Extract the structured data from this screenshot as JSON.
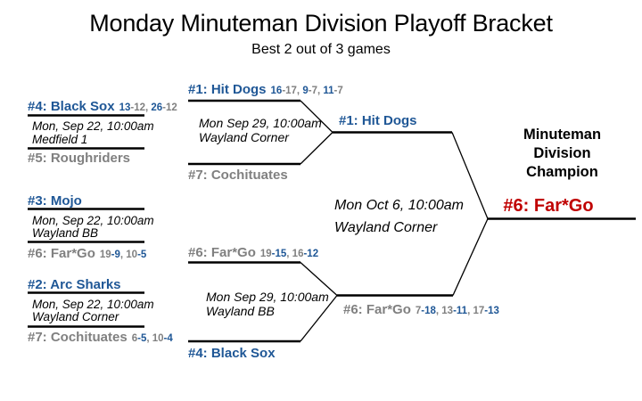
{
  "header": {
    "title": "Monday Minuteman Division Playoff Bracket",
    "subtitle": "Best 2 out of 3 games"
  },
  "colors": {
    "blue": "#1f5796",
    "gray": "#808080",
    "red": "#c00000",
    "black": "#000000"
  },
  "round1": [
    {
      "top_team": "#4: Black Sox",
      "top_team_color": "blue",
      "top_scores": [
        {
          "t": "13",
          "c": "blue"
        },
        {
          "t": "-12, ",
          "c": "gray"
        },
        {
          "t": "26",
          "c": "blue"
        },
        {
          "t": "-12",
          "c": "gray"
        }
      ],
      "date": "Mon, Sep 22, 10:00am",
      "venue": "Medfield 1",
      "bottom_team": "#5: Roughriders",
      "bottom_team_color": "gray",
      "bottom_scores": []
    },
    {
      "top_team": "#3: Mojo",
      "top_team_color": "blue",
      "top_scores": [],
      "date": "Mon, Sep 22, 10:00am",
      "venue": "Wayland BB",
      "bottom_team": "#6: Far*Go",
      "bottom_team_color": "gray",
      "bottom_scores": [
        {
          "t": "19",
          "c": "gray"
        },
        {
          "t": "-9",
          "c": "blue"
        },
        {
          "t": ", 10",
          "c": "gray"
        },
        {
          "t": "-5",
          "c": "blue"
        }
      ]
    },
    {
      "top_team": "#2: Arc Sharks",
      "top_team_color": "blue",
      "top_scores": [],
      "date": "Mon, Sep 22, 10:00am",
      "venue": "Wayland Corner",
      "bottom_team": "#7: Cochituates",
      "bottom_team_color": "gray",
      "bottom_scores": [
        {
          "t": "6",
          "c": "gray"
        },
        {
          "t": "-5",
          "c": "blue"
        },
        {
          "t": ", 10",
          "c": "gray"
        },
        {
          "t": "-4",
          "c": "blue"
        }
      ]
    }
  ],
  "semifinals": [
    {
      "top_team": "#1: Hit Dogs",
      "top_team_color": "blue",
      "top_scores": [
        {
          "t": "16",
          "c": "blue"
        },
        {
          "t": "-17, ",
          "c": "gray"
        },
        {
          "t": "9",
          "c": "blue"
        },
        {
          "t": "-7, ",
          "c": "gray"
        },
        {
          "t": "11",
          "c": "blue"
        },
        {
          "t": "-7",
          "c": "gray"
        }
      ],
      "date": "Mon Sep 29, 10:00am",
      "venue": "Wayland Corner",
      "bottom_team": "#7: Cochituates",
      "bottom_team_color": "gray",
      "winner": "#1: Hit Dogs",
      "winner_color": "blue",
      "winner_scores": []
    },
    {
      "top_team": "#6: Far*Go",
      "top_team_color": "gray",
      "top_scores": [
        {
          "t": "19",
          "c": "gray"
        },
        {
          "t": "-15",
          "c": "blue"
        },
        {
          "t": ", 16",
          "c": "gray"
        },
        {
          "t": "-12",
          "c": "blue"
        }
      ],
      "date": "Mon Sep 29, 10:00am",
      "venue": "Wayland BB",
      "bottom_team": "#4: Black Sox",
      "bottom_team_color": "blue",
      "winner": "#6: Far*Go",
      "winner_color": "gray",
      "winner_scores": [
        {
          "t": "7",
          "c": "gray"
        },
        {
          "t": "-18",
          "c": "blue"
        },
        {
          "t": ", 13",
          "c": "gray"
        },
        {
          "t": "-11",
          "c": "blue"
        },
        {
          "t": ", 17",
          "c": "gray"
        },
        {
          "t": "-13",
          "c": "blue"
        }
      ]
    }
  ],
  "final": {
    "date": "Mon Oct 6, 10:00am",
    "venue": "Wayland Corner",
    "champion_heading": "Minuteman Division Champion",
    "champion": "#6: Far*Go",
    "champion_color": "red"
  }
}
